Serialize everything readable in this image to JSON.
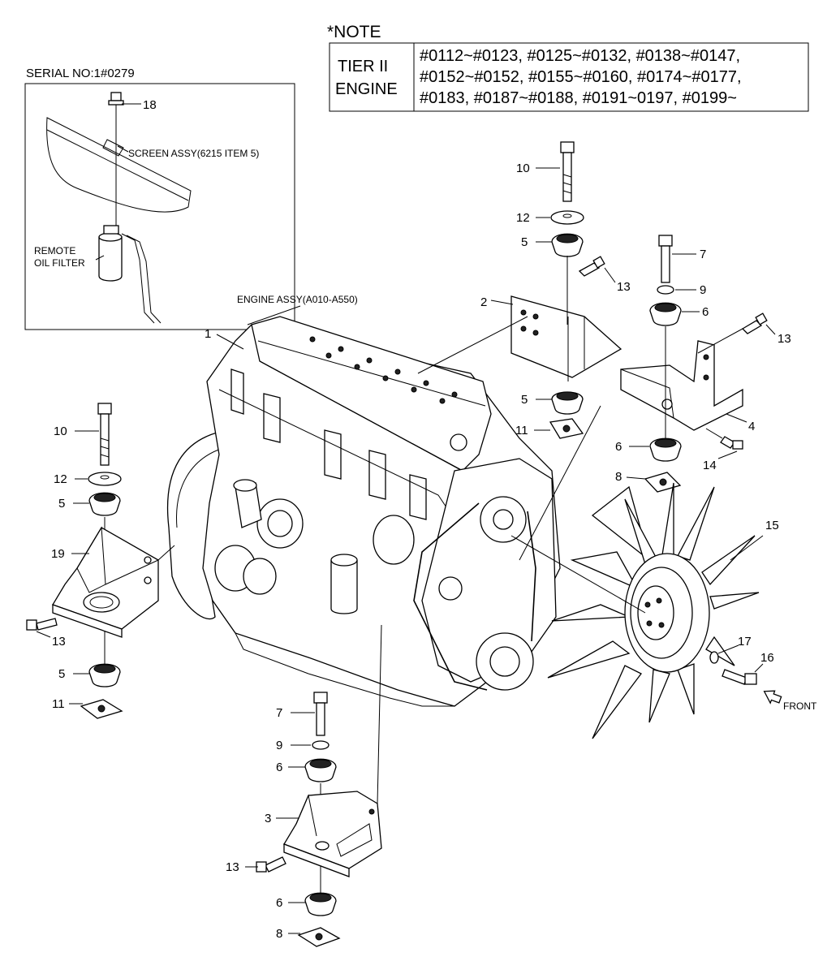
{
  "note": {
    "title": "*NOTE",
    "engine_label_line1": "TIER II",
    "engine_label_line2": "ENGINE",
    "serials": [
      "#0112~#0123, #0125~#0132, #0138~#0147,",
      "#0152~#0152, #0155~#0160, #0174~#0177,",
      "#0183, #0187~#0188, #0191~0197, #0199~"
    ]
  },
  "inset": {
    "serial_label": "SERIAL NO:1#0279",
    "screen_assy": "SCREEN ASSY(6215 ITEM 5)",
    "remote_line1": "REMOTE",
    "remote_line2": "OIL FILTER",
    "item_18": "18"
  },
  "engine_assy": "ENGINE ASSY(A010-A550)",
  "front_label": "FRONT",
  "callouts": {
    "c1": "1",
    "c2": "2",
    "c3": "3",
    "c4": "4",
    "c5a": "5",
    "c5b": "5",
    "c5c": "5",
    "c5d": "5",
    "c6a": "6",
    "c6b": "6",
    "c6c": "6",
    "c6d": "6",
    "c7a": "7",
    "c7b": "7",
    "c8a": "8",
    "c8b": "8",
    "c9a": "9",
    "c9b": "9",
    "c10a": "10",
    "c10b": "10",
    "c11a": "11",
    "c11b": "11",
    "c12a": "12",
    "c12b": "12",
    "c13a": "13",
    "c13b": "13",
    "c13c": "13",
    "c13d": "13",
    "c14": "14",
    "c15": "15",
    "c16": "16",
    "c17": "17",
    "c19": "19"
  }
}
